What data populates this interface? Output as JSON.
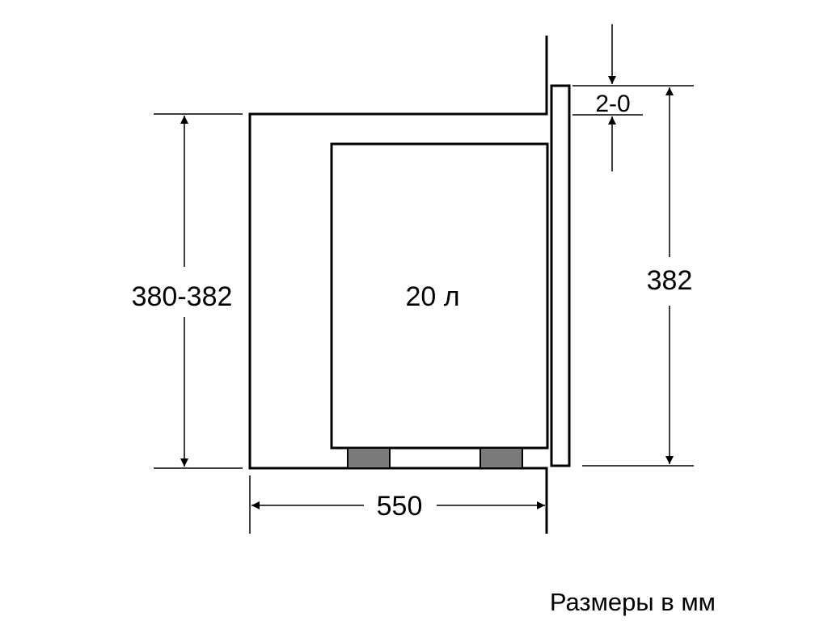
{
  "labels": {
    "cabinet_height": "380-382",
    "oven_height": "382",
    "gap": "2-0",
    "depth": "550",
    "volume": "20 л",
    "caption": "Размеры в мм"
  },
  "colors": {
    "line": "#000000",
    "foot": "#7a7a7a",
    "background": "#ffffff"
  }
}
